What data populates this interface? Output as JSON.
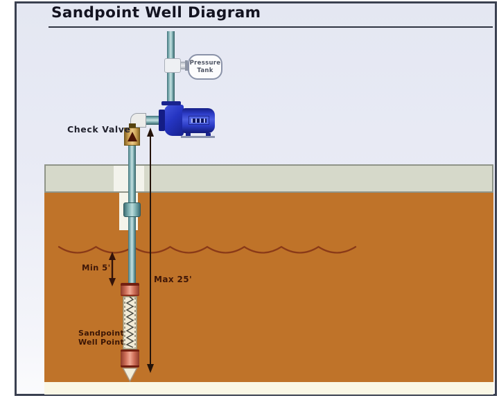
{
  "diagram": {
    "title": "Sandpoint Well Diagram",
    "labels": {
      "check_valve": "Check Valve",
      "pressure_tank": [
        "Pressure",
        "Tank"
      ],
      "min_depth": "Min 5'",
      "max_depth": "Max 25'",
      "well_point": [
        "Sandpoint",
        "Well Point"
      ]
    },
    "colors": {
      "background": "#e8eaf4",
      "frame_border": "#3a4050",
      "soil": "#bf7329",
      "concrete_slab": "#d6d9ca",
      "pipe_teal": "#7fb2b4",
      "pump_blue": "#2535c2",
      "check_valve_brass": "#caa052",
      "well_point_red": "#cf705a",
      "water_table_line": "#8a3a18",
      "bottom_band": "#faf7e5"
    }
  }
}
